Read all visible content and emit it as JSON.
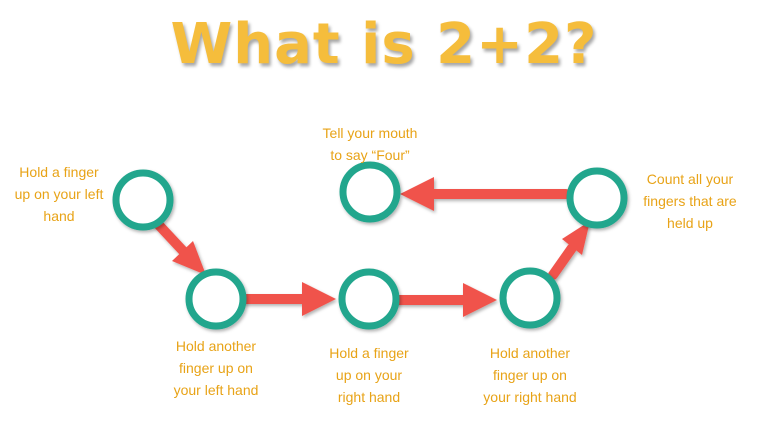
{
  "title": "What is 2+2?",
  "colors": {
    "title": "#f5bd3c",
    "label": "#e8a317",
    "node_stroke": "#21a68d",
    "arrow": "#f0524b"
  },
  "steps": [
    {
      "lines": [
        "Hold a finger",
        "up on your left",
        "hand"
      ]
    },
    {
      "lines": [
        "Hold another",
        "finger up on",
        "your left hand"
      ]
    },
    {
      "lines": [
        "Hold a finger",
        "up on your",
        "right hand"
      ]
    },
    {
      "lines": [
        "Hold another",
        "finger up on",
        "your right hand"
      ]
    },
    {
      "lines": [
        "Count all your",
        "fingers that are",
        "held up"
      ]
    },
    {
      "lines": [
        "Tell your mouth",
        "to say “Four”"
      ]
    }
  ]
}
